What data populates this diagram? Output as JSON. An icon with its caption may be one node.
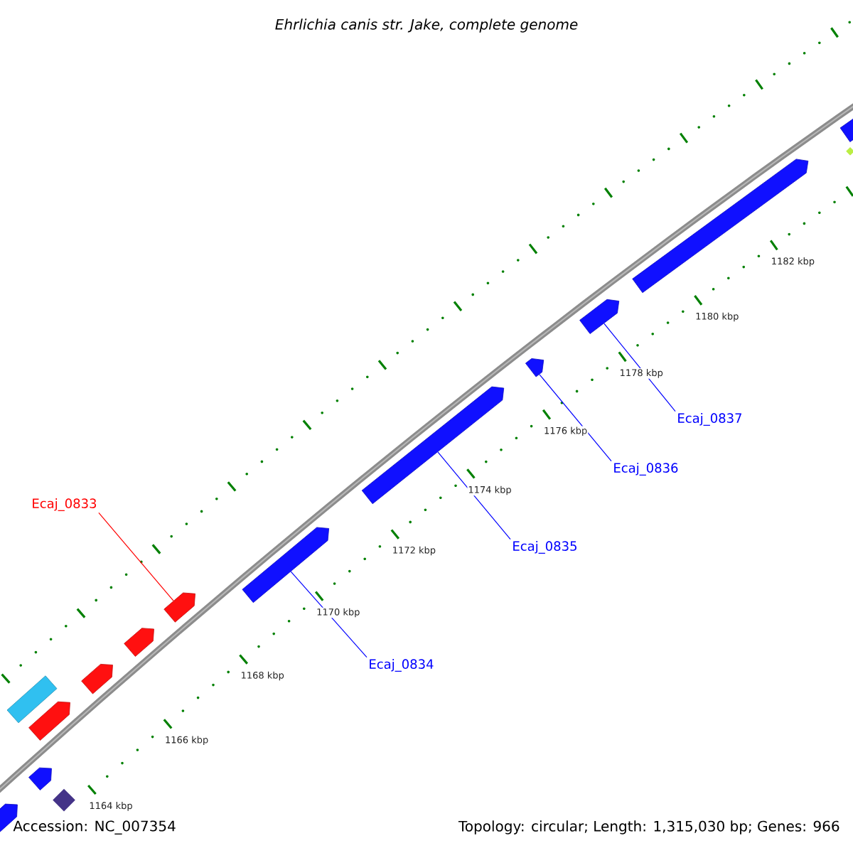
{
  "diagram": {
    "title": "Ehrlichia canis str. Jake, complete genome",
    "nodes": [
      {
        "text": [
          "Ecaj_0833"
        ]
      },
      {
        "text": [
          "Ecaj_0834"
        ]
      },
      {
        "text": [
          "Ecaj_0835"
        ]
      },
      {
        "text": [
          "Ecaj_0836"
        ]
      },
      {
        "text": [
          "Ecaj_0837"
        ]
      },
      {
        "text": [],
        "shape": "arrow"
      },
      {
        "text": [],
        "shape": "box"
      },
      {
        "text": [],
        "shape": "arrow"
      },
      {
        "text": [],
        "shape": "arrow"
      },
      {
        "text": [],
        "shape": "diamond"
      },
      {
        "text": [],
        "shape": "arrow"
      },
      {
        "text": [],
        "shape": "arrow"
      },
      {
        "text": [],
        "shape": "arrow"
      },
      {
        "text": [],
        "shape": "arrow"
      },
      {
        "text": [],
        "shape": "arrow"
      },
      {
        "text": [],
        "shape": "arrow"
      },
      {
        "text": [],
        "shape": "arrow"
      },
      {
        "text": [],
        "shape": "arrow"
      },
      {
        "text": [],
        "shape": "diamond"
      },
      {
        "text": [],
        "shape": "arrow"
      }
    ],
    "edges": [
      {
        "from": 0,
        "to": 12,
        "arrow": "none",
        "color": "#ff0000"
      },
      {
        "from": 1,
        "to": 13,
        "arrow": "none"
      },
      {
        "from": 2,
        "to": 14,
        "arrow": "none"
      },
      {
        "from": 3,
        "to": 15,
        "arrow": "none"
      },
      {
        "from": 4,
        "to": 16,
        "arrow": "none"
      }
    ],
    "labels": [
      "1182 kbp",
      "1180 kbp",
      "1178 kbp",
      "1176 kbp",
      "1174 kbp",
      "1172 kbp",
      "1170 kbp",
      "1168 kbp",
      "1166 kbp",
      "1164 kbp",
      "Accession: NC_007354",
      "Topology: circular; Length: 1,315,030 bp; Genes: 966"
    ]
  }
}
